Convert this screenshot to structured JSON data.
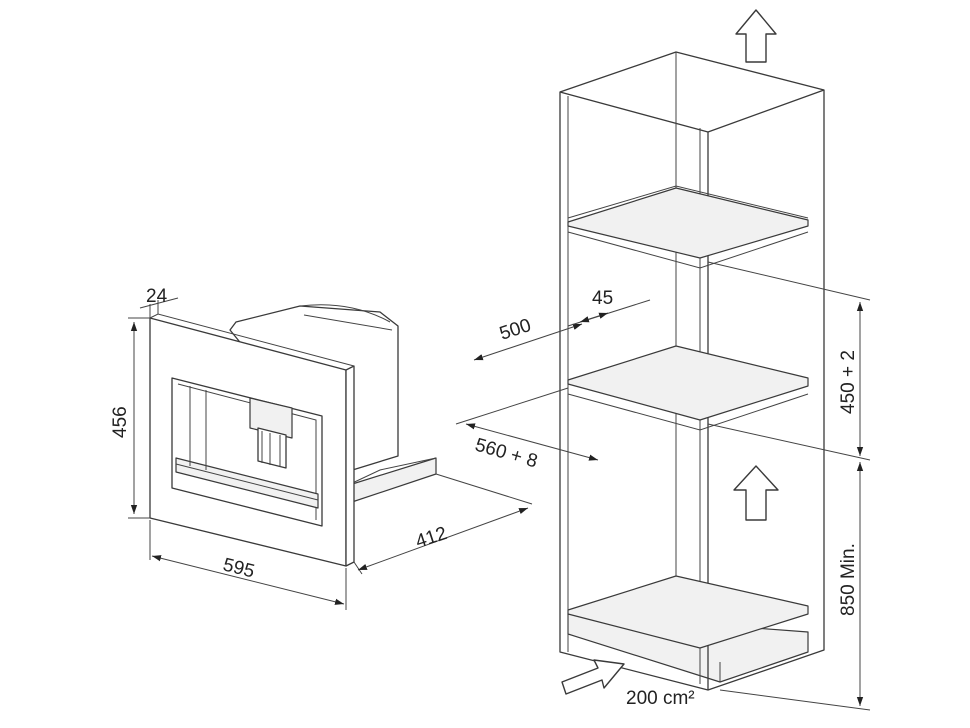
{
  "dimensions": {
    "frame_depth": "24",
    "height": "456",
    "width": "595",
    "depth": "412",
    "niche_depth": "500",
    "offset": "45",
    "niche_width": "560 + 8",
    "niche_height": "450 + 2",
    "floor_height": "850 Min.",
    "ventilation": "200 cm²"
  }
}
